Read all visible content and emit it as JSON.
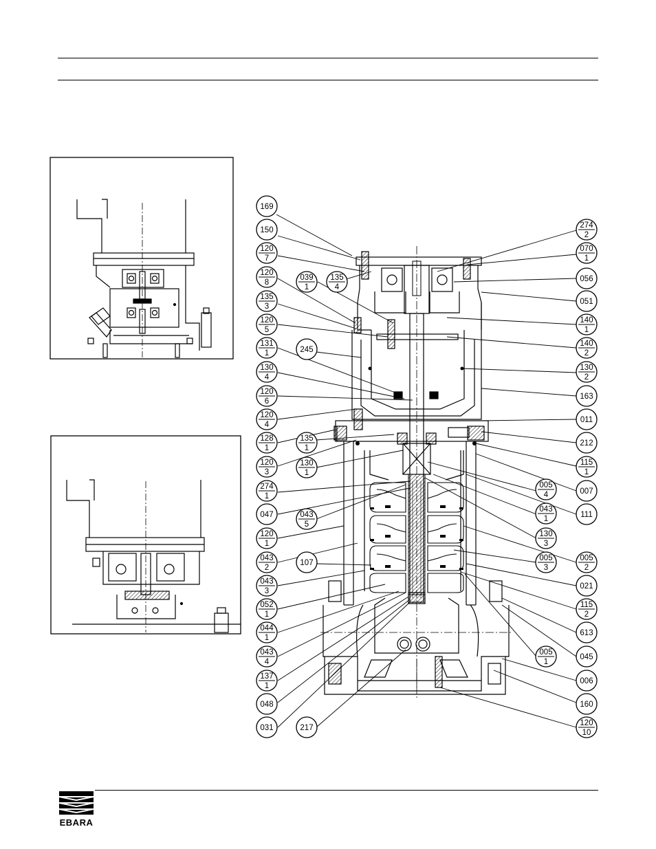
{
  "logo": {
    "text": "EBARA"
  },
  "callouts": [
    {
      "num": "169",
      "sub": ""
    },
    {
      "num": "150",
      "sub": ""
    },
    {
      "num": "120",
      "sub": "7"
    },
    {
      "num": "120",
      "sub": "8"
    },
    {
      "num": "135",
      "sub": "3"
    },
    {
      "num": "120",
      "sub": "5"
    },
    {
      "num": "131",
      "sub": "1"
    },
    {
      "num": "130",
      "sub": "4"
    },
    {
      "num": "120",
      "sub": "6"
    },
    {
      "num": "120",
      "sub": "4"
    },
    {
      "num": "128",
      "sub": "1"
    },
    {
      "num": "120",
      "sub": "3"
    },
    {
      "num": "274",
      "sub": "1"
    },
    {
      "num": "047",
      "sub": ""
    },
    {
      "num": "120",
      "sub": "1"
    },
    {
      "num": "043",
      "sub": "2"
    },
    {
      "num": "043",
      "sub": "3"
    },
    {
      "num": "052",
      "sub": "1"
    },
    {
      "num": "044",
      "sub": "1"
    },
    {
      "num": "043",
      "sub": "4"
    },
    {
      "num": "137",
      "sub": "1"
    },
    {
      "num": "048",
      "sub": ""
    },
    {
      "num": "031",
      "sub": ""
    },
    {
      "num": "039",
      "sub": "1"
    },
    {
      "num": "135",
      "sub": "4"
    },
    {
      "num": "245",
      "sub": ""
    },
    {
      "num": "135",
      "sub": "1"
    },
    {
      "num": "130",
      "sub": "1"
    },
    {
      "num": "043",
      "sub": "5"
    },
    {
      "num": "107",
      "sub": ""
    },
    {
      "num": "217",
      "sub": ""
    },
    {
      "num": "274",
      "sub": "2"
    },
    {
      "num": "070",
      "sub": "1"
    },
    {
      "num": "056",
      "sub": ""
    },
    {
      "num": "051",
      "sub": ""
    },
    {
      "num": "140",
      "sub": "1"
    },
    {
      "num": "140",
      "sub": "2"
    },
    {
      "num": "130",
      "sub": "2"
    },
    {
      "num": "163",
      "sub": ""
    },
    {
      "num": "011",
      "sub": ""
    },
    {
      "num": "212",
      "sub": ""
    },
    {
      "num": "115",
      "sub": "1"
    },
    {
      "num": "007",
      "sub": ""
    },
    {
      "num": "111",
      "sub": ""
    },
    {
      "num": "005",
      "sub": "4"
    },
    {
      "num": "043",
      "sub": "1"
    },
    {
      "num": "130",
      "sub": "3"
    },
    {
      "num": "005",
      "sub": "2"
    },
    {
      "num": "005",
      "sub": "3"
    },
    {
      "num": "021",
      "sub": ""
    },
    {
      "num": "115",
      "sub": "2"
    },
    {
      "num": "613",
      "sub": ""
    },
    {
      "num": "045",
      "sub": ""
    },
    {
      "num": "005",
      "sub": "1"
    },
    {
      "num": "006",
      "sub": ""
    },
    {
      "num": "160",
      "sub": ""
    },
    {
      "num": "120",
      "sub": "10"
    }
  ]
}
